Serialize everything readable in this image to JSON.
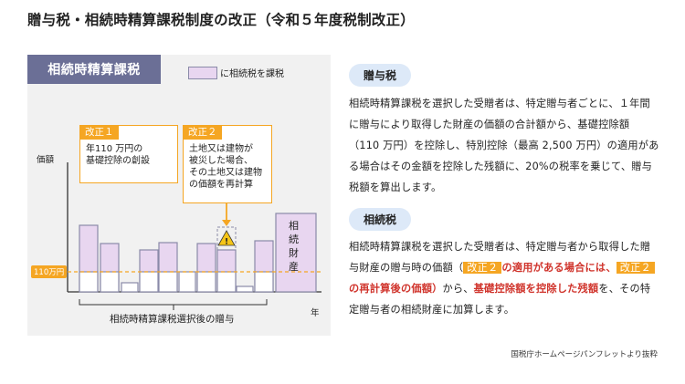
{
  "page": {
    "title": "贈与税・相続時精算課税制度の改正（令和５年度税制改正）",
    "source": "国税庁ホームページパンフレットより抜粋"
  },
  "diagram": {
    "header": "相続時精算課税",
    "legend_label": "に相続税を課税",
    "y_label": "価額",
    "x_label": "年",
    "threshold_label": "110万円",
    "estate_label": "相続財産",
    "bracket_label": "相続時精算課税選択後の贈与",
    "warning_icon": "warning-triangle-icon",
    "revision1": {
      "badge": "改正１",
      "lines": [
        "年110 万円の",
        "基礎控除の創設"
      ]
    },
    "revision2": {
      "badge": "改正２",
      "lines": [
        "土地又は建物が",
        "被災した場合、",
        "その土地又は建物",
        "の価額を再計算"
      ]
    },
    "colors": {
      "header": "#6b6f96",
      "accent": "#f5a623",
      "bar_fill": "#e8d6f0",
      "bar_border": "#8a8aa8",
      "highlight": "#d0342c"
    }
  },
  "gift_tax": {
    "heading": "贈与税",
    "body": "相続時精算課税を選択した受贈者は、特定贈与者ごとに、１年間に贈与により取得した財産の価額の合計額から、基礎控除額（110 万円）を控除し、特別控除（最高 2,500 万円）の適用がある場合はその金額を控除した残額に、20%の税率を乗じて、贈与税額を算出します。"
  },
  "inheritance_tax": {
    "heading": "相続税",
    "p1": "相続時精算課税を選択した受贈者は、特定贈与者から取得した贈与財産の贈与時の価額（",
    "badge1": "改正２",
    "p2": "の適用がある場合には、",
    "badge2": "改正２",
    "p3": "の再計算後の価額）",
    "p4": "から、",
    "p5": "基礎控除額を控除した残額",
    "p6": "を、その特定贈与者の相続財産に加算します。"
  }
}
